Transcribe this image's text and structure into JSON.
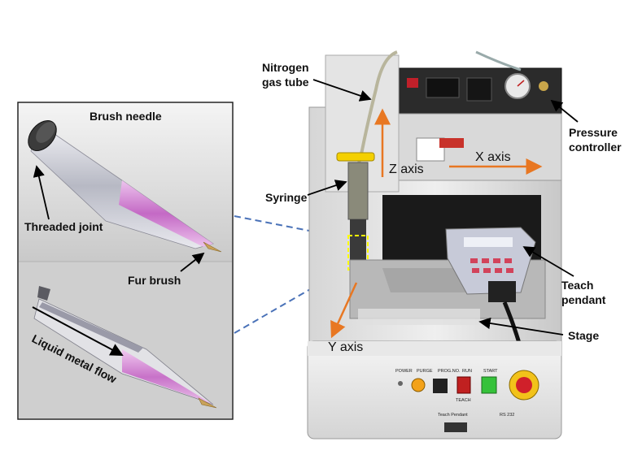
{
  "inset": {
    "brush_needle": "Brush needle",
    "threaded_joint": "Threaded  joint",
    "fur_brush": "Fur brush",
    "liquid_metal_flow": "Liquid metal flow"
  },
  "labels": {
    "nitrogen_line1": "Nitrogen",
    "nitrogen_line2": "gas tube",
    "syringe": "Syringe",
    "pressure_line1": "Pressure",
    "pressure_line2": "controller",
    "teach_line1": "Teach",
    "teach_line2": "pendant",
    "stage": "Stage"
  },
  "axes": {
    "x": "X axis",
    "y": "Y axis",
    "z": "Z axis"
  },
  "machine_panel": {
    "power": "POWER",
    "purge": "PURGE",
    "prog_no": "PROG.NO.",
    "run": "RUN",
    "start": "START",
    "teach": "TEACH",
    "teach_pendant_port": "Teach Pendant",
    "rs232": "RS 232"
  },
  "colors": {
    "axis_arrow": "#e87722",
    "dash_line": "#4a72b8",
    "highlight_box": "#ffff00",
    "magenta_tip": "#d98be0"
  }
}
